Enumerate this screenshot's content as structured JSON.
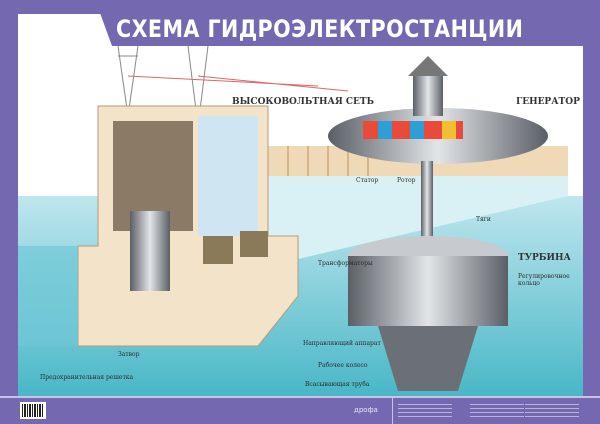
{
  "title": "СХЕМА ГИДРОЭЛЕКТРОСТАНЦИИ",
  "labels": {
    "grid": "ВЫСОКОВОЛЬТНАЯ СЕТЬ",
    "generator": "ГЕНЕРАТОР",
    "stator": "Статор",
    "rotor": "Ротор",
    "rods": "Тяги",
    "turbine": "ТУРБИНА",
    "regulating_ring": "Регулировочное кольцо",
    "transformers": "Трансформаторы",
    "guide_apparatus": "Направляющий аппарат",
    "runner": "Рабочее колесо",
    "draft_tube": "Всасывающая труба",
    "gate": "Затвор",
    "trash_rack": "Предохранительная решетка"
  },
  "footer": {
    "publisher_logo": "дрофа"
  },
  "colors": {
    "frame": "#7469b0",
    "water": "#6fc7d6",
    "building": "#f3e3c8"
  }
}
